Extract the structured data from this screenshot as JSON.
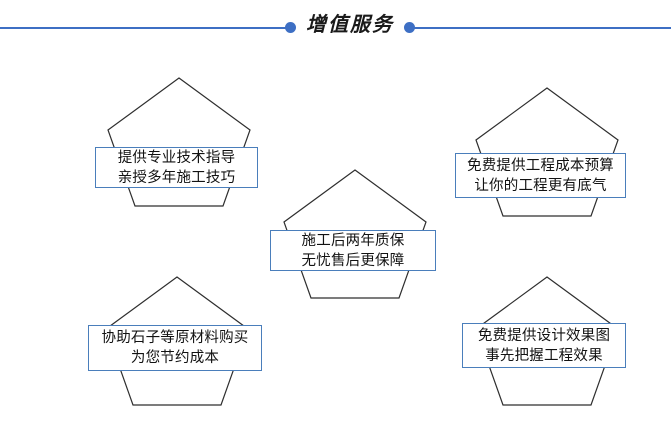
{
  "header": {
    "title": "增值服务",
    "accent_color": "#3d6fc4",
    "left_dot": "bullet-dot",
    "right_dot": "bullet-dot"
  },
  "cards": [
    {
      "id": "top-left",
      "name": "value-card-technical-guidance",
      "line1": "提供专业技术指导",
      "line2": "亲授多年施工技巧"
    },
    {
      "id": "top-right",
      "name": "value-card-cost-budget",
      "line1": "免费提供工程成本预算",
      "line2": "让你的工程更有底气"
    },
    {
      "id": "center",
      "name": "value-card-two-year-warranty",
      "line1": "施工后两年质保",
      "line2": "无忧售后更保障"
    },
    {
      "id": "bottom-left",
      "name": "value-card-material-purchase",
      "line1": "协助石子等原材料购买",
      "line2": "为您节约成本"
    },
    {
      "id": "bottom-right",
      "name": "value-card-design-rendering",
      "line1": "免费提供设计效果图",
      "line2": "事先把握工程效果"
    }
  ],
  "colors": {
    "accent_blue": "#3d6fc4",
    "box_border_blue": "#4a7ebb",
    "pentagon_stroke": "#2e2e2e",
    "text": "#121212",
    "background": "#ffffff"
  }
}
